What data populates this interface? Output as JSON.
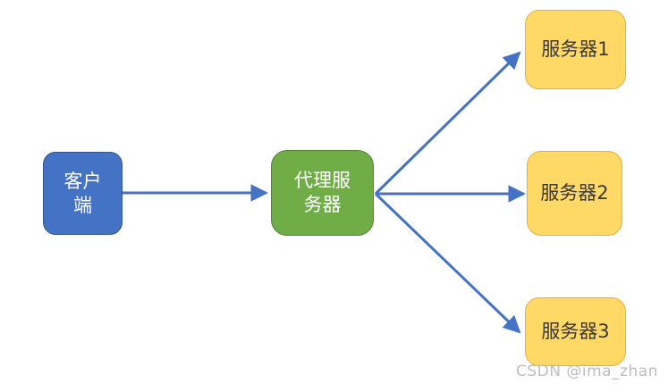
{
  "diagram": {
    "arrow_color": "#4472C4",
    "nodes": {
      "client": {
        "label": "客户端",
        "fill": "#4472C4",
        "border": "#2F5597",
        "text_color": "#FFFFFF"
      },
      "proxy": {
        "label": "代理服务器",
        "fill": "#70AD47",
        "border": "#548235",
        "text_color": "#FFFFFF"
      },
      "server1": {
        "label": "服务器1",
        "fill": "#FFD966",
        "border": "#E8AE41",
        "text_color": "#3B3838"
      },
      "server2": {
        "label": "服务器2",
        "fill": "#FFD966",
        "border": "#E8AE41",
        "text_color": "#3B3838"
      },
      "server3": {
        "label": "服务器3",
        "fill": "#FFD966",
        "border": "#E8AE41",
        "text_color": "#3B3838"
      }
    },
    "edges": [
      {
        "from": "客户端",
        "to": "代理服务器"
      },
      {
        "from": "代理服务器",
        "to": "服务器1"
      },
      {
        "from": "代理服务器",
        "to": "服务器2"
      },
      {
        "from": "代理服务器",
        "to": "服务器3"
      }
    ]
  },
  "watermark": {
    "text": "CSDN @ima_zhan",
    "color": "#BDBDBD"
  }
}
